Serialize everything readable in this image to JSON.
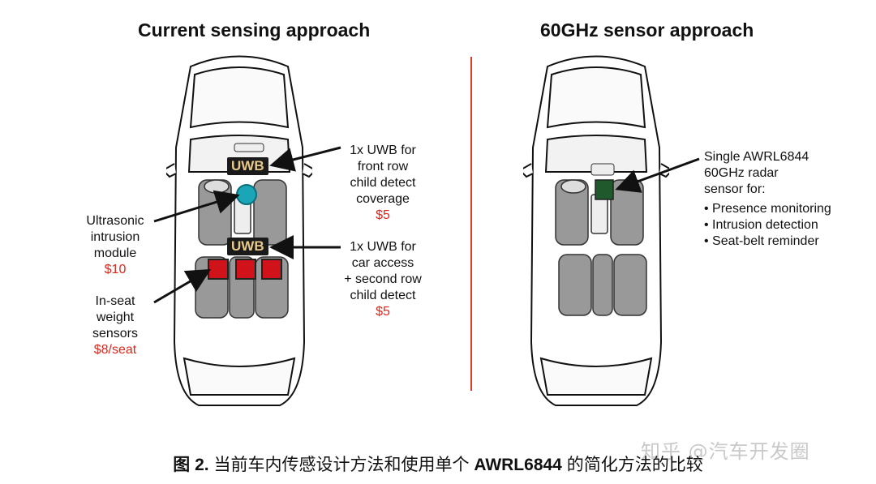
{
  "left_panel": {
    "title": "Current sensing approach",
    "badges": {
      "uwb_front": "UWB",
      "uwb_rear": "UWB"
    },
    "callouts": {
      "uwb_front": {
        "lines": [
          "1x UWB for",
          "front row",
          "child detect",
          "coverage"
        ],
        "price": "$5"
      },
      "uwb_rear": {
        "lines": [
          "1x UWB for",
          "car access",
          "+ second row",
          "child detect"
        ],
        "price": "$5"
      },
      "ultrasonic": {
        "lines": [
          "Ultrasonic",
          "intrusion",
          "module"
        ],
        "price": "$10"
      },
      "weight": {
        "lines": [
          "In-seat",
          "weight",
          "sensors"
        ],
        "price": "$8/seat"
      }
    }
  },
  "right_panel": {
    "title": "60GHz sensor approach",
    "callout": {
      "lines": [
        "Single AWRL6844",
        "60GHz radar",
        "sensor for:"
      ],
      "bullets": [
        "Presence monitoring",
        "Intrusion detection",
        "Seat-belt reminder"
      ]
    }
  },
  "caption": {
    "prefix": "图 2.",
    "text_a": " 当前车内传感设计方法和使用单个 ",
    "part": "AWRL6844",
    "text_b": " 的简化方法的比较"
  },
  "watermark": "知乎 @汽车开发圈",
  "colors": {
    "divider": "#e03a2c",
    "price": "#e0261b",
    "uwb_badge_bg": "#1a1a1a",
    "uwb_badge_text": "#e8c98a",
    "ultrasonic": "#1aa6b7",
    "weight_sensor": "#d0121b",
    "radar": "#1f5a2c"
  }
}
